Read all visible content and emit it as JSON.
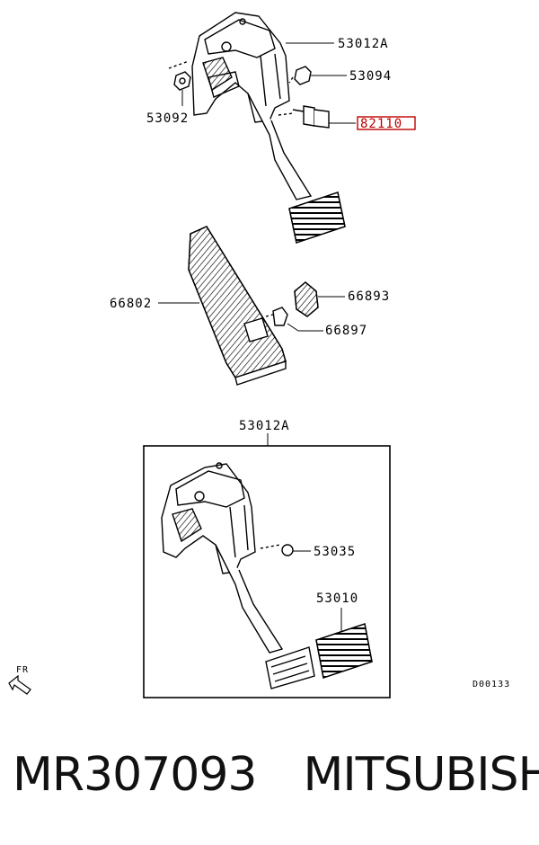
{
  "parts": {
    "p53012A_top": "53012A",
    "p53094": "53094",
    "p53092": "53092",
    "p82110": "82110",
    "p66802": "66802",
    "p66893": "66893",
    "p66897": "66897",
    "p53012A_box": "53012A",
    "p53035": "53035",
    "p53010": "53010"
  },
  "direction_label": "FR",
  "diagram_code": "D00133",
  "footer": {
    "part_number": "MR307093",
    "brand": "MITSUBISHI"
  },
  "colors": {
    "highlight": "#c00000",
    "line": "#000000"
  }
}
